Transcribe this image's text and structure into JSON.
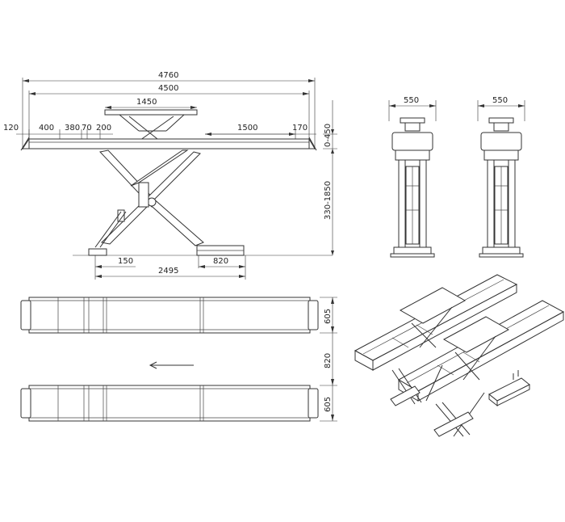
{
  "side_view": {
    "dims": {
      "overall_length": "4760",
      "platform_length": "4500",
      "top_table": "1450",
      "ramp": "1500",
      "left_offset": "120",
      "d400": "400",
      "d380": "380",
      "d70": "70",
      "d200": "200",
      "d170": "170",
      "height_range": "330-1850",
      "extension_range": "0-450",
      "base_150": "150",
      "base_2495": "2495",
      "base_820": "820"
    }
  },
  "end_view_left": {
    "width": "550"
  },
  "end_view_right": {
    "width": "550"
  },
  "plan_view": {
    "platform_width_top": "605",
    "gap": "820",
    "platform_width_bottom": "605"
  },
  "colors": {
    "line": "#333333",
    "background": "#ffffff"
  }
}
